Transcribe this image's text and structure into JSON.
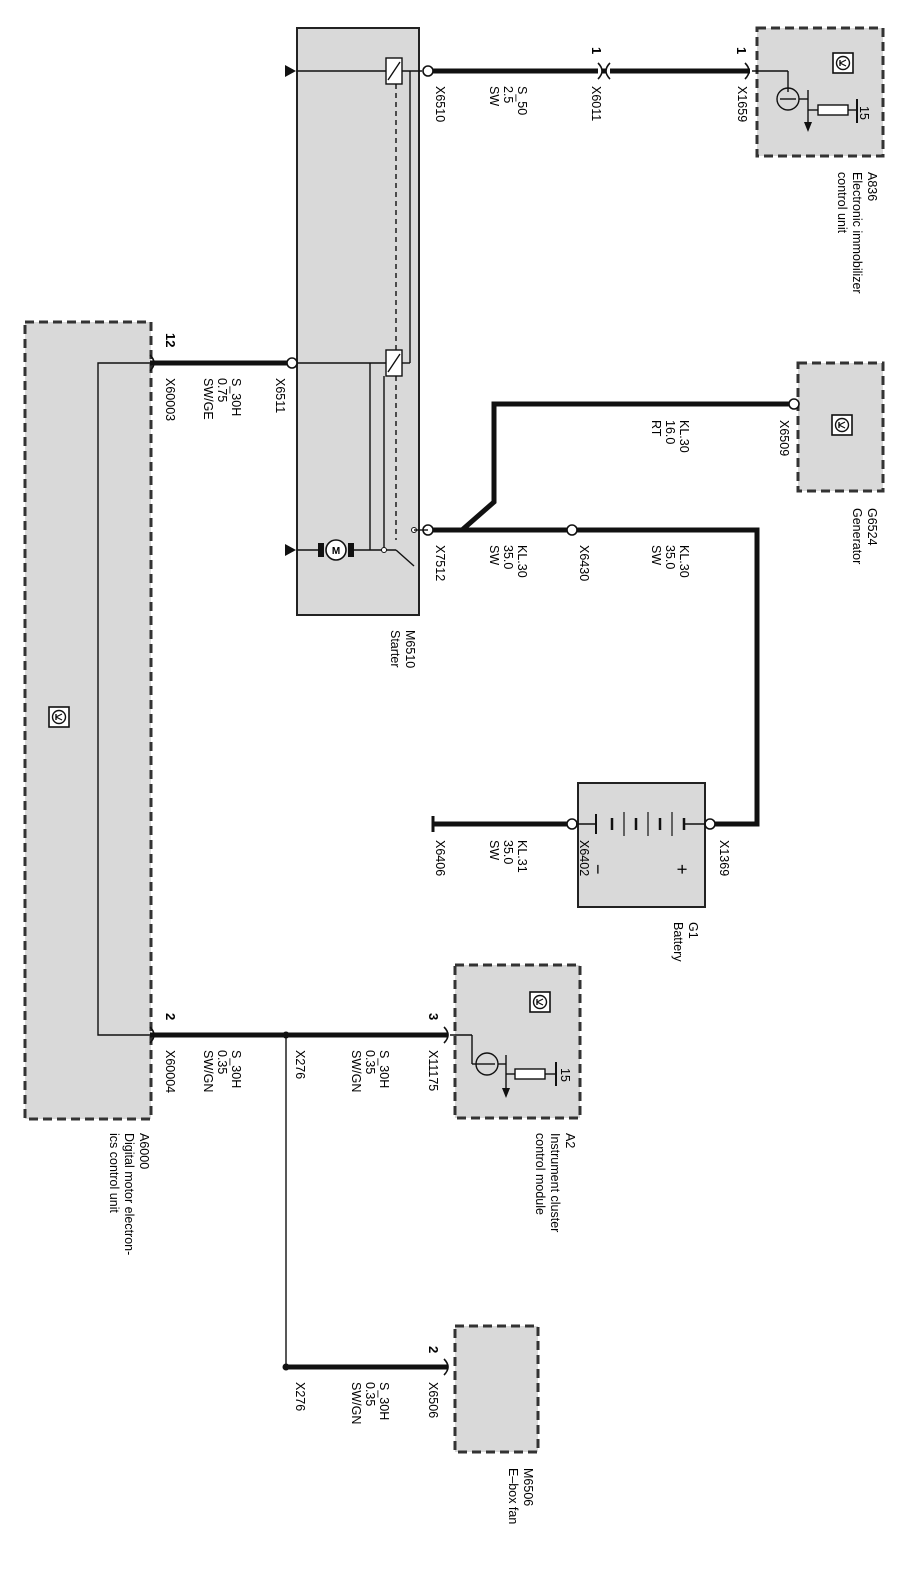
{
  "components": {
    "a836": {
      "id": "A836",
      "desc1": "Electronic immobilizer",
      "desc2": "control unit",
      "connector": "X1659",
      "pin": "1",
      "pin15": "15"
    },
    "g6524": {
      "id": "G6524",
      "desc": "Generator",
      "connector": "X6509"
    },
    "m6510": {
      "id": "M6510",
      "desc": "Starter",
      "motor_symbol": "M"
    },
    "g1": {
      "id": "G1",
      "desc": "Battery",
      "plus": "+",
      "minus": "−",
      "connector_plus": "X1369",
      "connector_minus": "X6402"
    },
    "a6000": {
      "id": "A6000",
      "desc1": "Digital motor electron-",
      "desc2": "ics control unit"
    },
    "a2": {
      "id": "A2",
      "desc1": "Instrument cluster",
      "desc2": "control module",
      "connector": "X11175",
      "pin": "3",
      "pin15": "15"
    },
    "m6506": {
      "id": "M6506",
      "desc": "E–box fan",
      "connector": "X6506",
      "pin": "2"
    }
  },
  "wires": {
    "w1": {
      "signal": "S_50",
      "size": "2.5",
      "color": "SW",
      "conn_start": "X6510",
      "conn_mid": "X6011",
      "pin": "1"
    },
    "w2": {
      "signal": "S_30H",
      "size": "0.75",
      "color": "SW/GE",
      "conn_start": "X6511",
      "conn_end": "X60003",
      "pin": "12"
    },
    "w3": {
      "signal": "KL.30",
      "size": "16.0",
      "color": "RT"
    },
    "w4": {
      "signal": "KL.30",
      "size": "35.0",
      "color": "SW",
      "conn": "X7512"
    },
    "w5": {
      "signal": "KL.30",
      "size": "35.0",
      "color": "SW",
      "conn": "X6430"
    },
    "w6": {
      "signal": "KL.31",
      "size": "35.0",
      "color": "SW",
      "ground": "X6406"
    },
    "w7": {
      "signal": "S_30H",
      "size": "0.35",
      "color": "SW/GN",
      "conn": "X60004",
      "pin": "2"
    },
    "w8": {
      "signal": "S_30H",
      "size": "0.35",
      "color": "SW/GN",
      "splice": "X276"
    },
    "w9": {
      "signal": "S_30H",
      "size": "0.35",
      "color": "SW/GN",
      "splice": "X276"
    }
  }
}
